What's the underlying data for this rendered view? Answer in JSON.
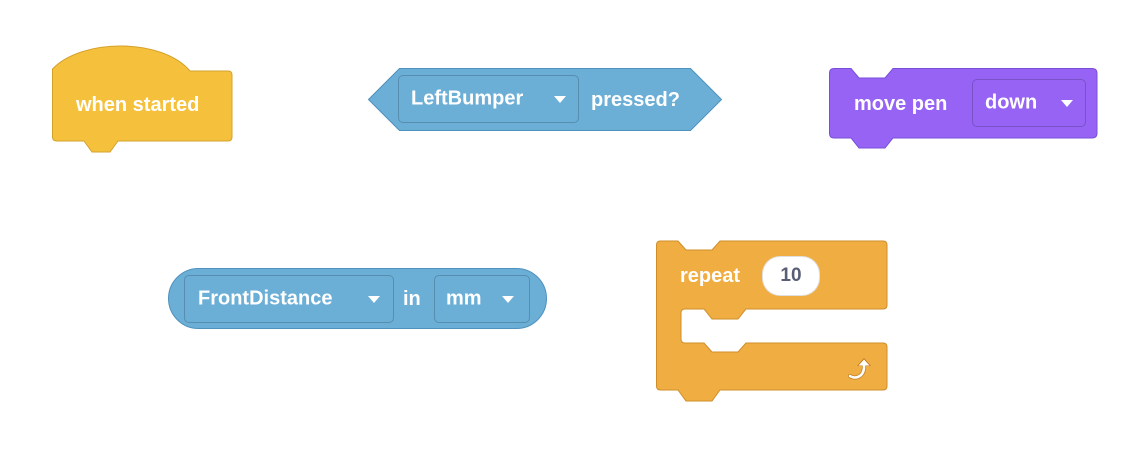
{
  "colors": {
    "event": "#f5c13d",
    "sensing": "#6baed6",
    "pen": "#9663f5",
    "control": "#f0ad42"
  },
  "blocks": {
    "when_started": {
      "label": "when started"
    },
    "bumper_pressed": {
      "sensor": "LeftBumper",
      "suffix": "pressed?"
    },
    "move_pen": {
      "label": "move pen",
      "state": "down"
    },
    "front_distance": {
      "sensor": "FrontDistance",
      "joiner": "in",
      "unit": "mm"
    },
    "repeat": {
      "label": "repeat",
      "count": "10",
      "loop_icon": "loop-arrow-icon"
    }
  }
}
